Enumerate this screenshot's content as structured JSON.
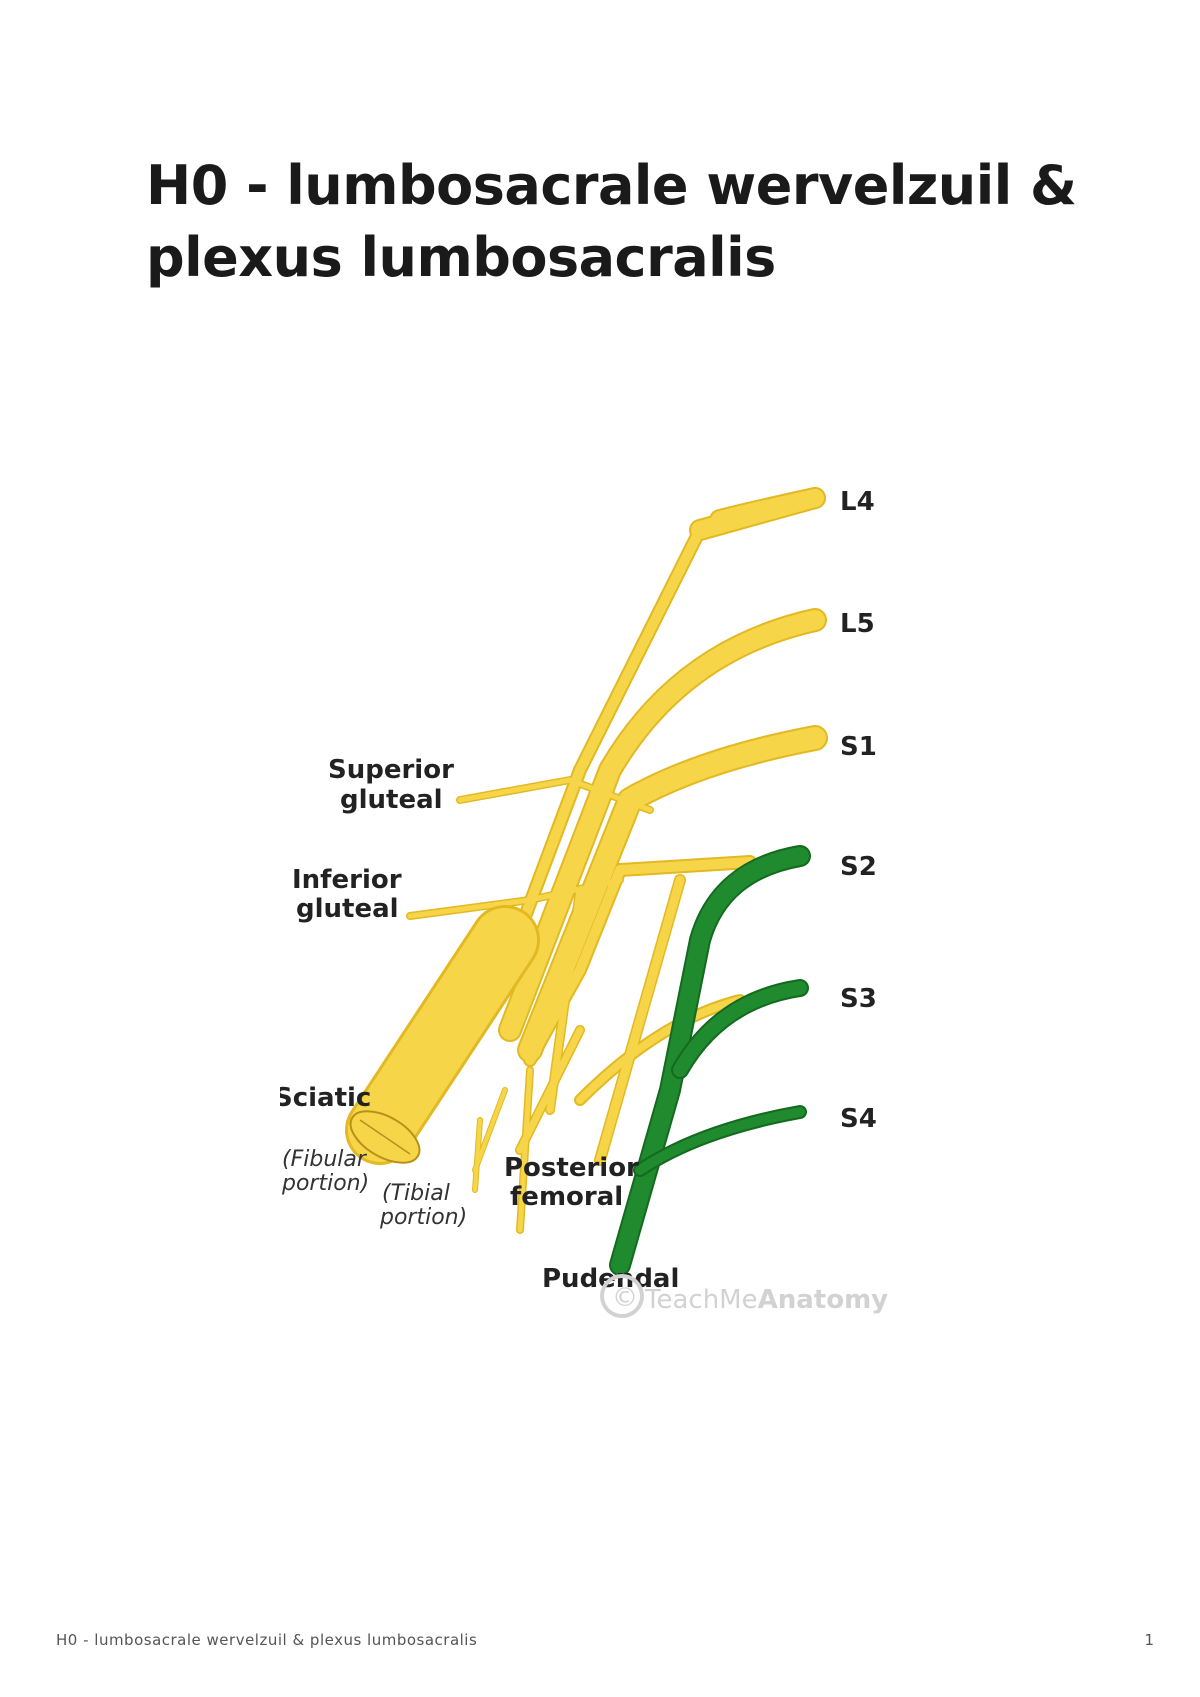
{
  "document": {
    "title": "H0 - lumbosacrale wervelzuil & plexus lumbosacralis",
    "footer_text": "H0 - lumbosacrale wervelzuil & plexus lumbosacralis",
    "page_number": "1"
  },
  "figure": {
    "roots": [
      "L4",
      "L5",
      "S1",
      "S2",
      "S3",
      "S4"
    ],
    "labels": {
      "superior_gluteal_1": "Superior",
      "superior_gluteal_2": "gluteal",
      "inferior_gluteal_1": "Inferior",
      "inferior_gluteal_2": "gluteal",
      "sciatic": "Sciatic",
      "fibular_1": "(Fibular",
      "fibular_2": "portion)",
      "tibial_1": "(Tibial",
      "tibial_2": "portion)",
      "posterior_femoral_1": "Posterior",
      "posterior_femoral_2": "femoral",
      "pudendal": "Pudendal"
    },
    "watermark": {
      "part1": "TeachMe",
      "part2": "Anatomy"
    },
    "colors": {
      "nerve": "#f7d548",
      "nerve_outline": "#e2b923",
      "pudendal": "#1f8a2e",
      "pudendal_outline": "#146a1f"
    }
  }
}
